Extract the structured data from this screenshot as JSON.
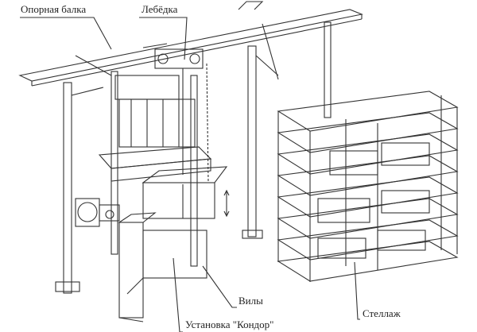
{
  "labels": {
    "support_beam": "Опорная балка",
    "winch": "Лебёдка",
    "forks": "Вилы",
    "rack": "Стеллаж",
    "installation": "Установка \"Кондор\""
  }
}
